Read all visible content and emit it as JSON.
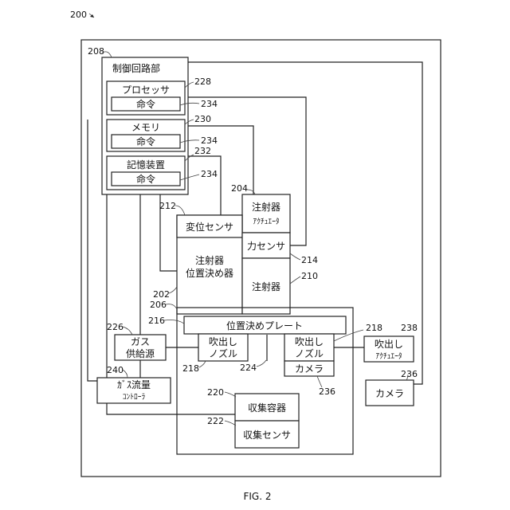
{
  "figure_ref": "200",
  "caption": "FIG. 2",
  "nodes": {
    "control_circuit": {
      "ref": "208",
      "label": "制御回路部"
    },
    "processor": {
      "ref": "228",
      "label": "プロセッサ"
    },
    "memory": {
      "ref": "230",
      "label": "メモリ"
    },
    "storage": {
      "ref": "232",
      "label": "記憶装置"
    },
    "instruction": {
      "ref": "234",
      "label": "命令"
    },
    "injector_actuator": {
      "ref": "204",
      "line1": "注射器",
      "line2": "ｱｸﾁｭｴｰﾀ"
    },
    "displacement_sensor": {
      "ref": "212",
      "label": "変位センサ"
    },
    "force_sensor": {
      "ref": "214",
      "label": "力センサ"
    },
    "injector_positioner": {
      "ref": "202",
      "line1": "注射器",
      "line2": "位置決め器"
    },
    "injector": {
      "ref": "210",
      "label": "注射器"
    },
    "inner_frame": {
      "ref": "206"
    },
    "positioning_plate": {
      "ref": "216",
      "label": "位置決めプレート"
    },
    "gas_supply": {
      "ref": "226",
      "line1": "ガス",
      "line2": "供給源"
    },
    "nozzle_left": {
      "ref": "218",
      "line1": "吹出し",
      "line2": "ノズル"
    },
    "nozzle_right": {
      "ref": "218",
      "line1": "吹出し",
      "line2": "ノズル"
    },
    "nozzle_actuator": {
      "ref": "238",
      "line1": "吹出し",
      "line2": "ｱｸﾁｭｴｰﾀ"
    },
    "camera_inner": {
      "ref": "236",
      "label": "カメラ"
    },
    "camera_outer": {
      "ref": "236",
      "label": "カメラ"
    },
    "gas_flow_controller": {
      "ref": "240",
      "line1": "ｶﾞｽ流量",
      "line2": "ｺﾝﾄﾛｰﾗ"
    },
    "line_224": {
      "ref": "224"
    },
    "collection_container": {
      "ref": "220",
      "label": "収集容器"
    },
    "collection_sensor": {
      "ref": "222",
      "label": "収集センサ"
    }
  }
}
